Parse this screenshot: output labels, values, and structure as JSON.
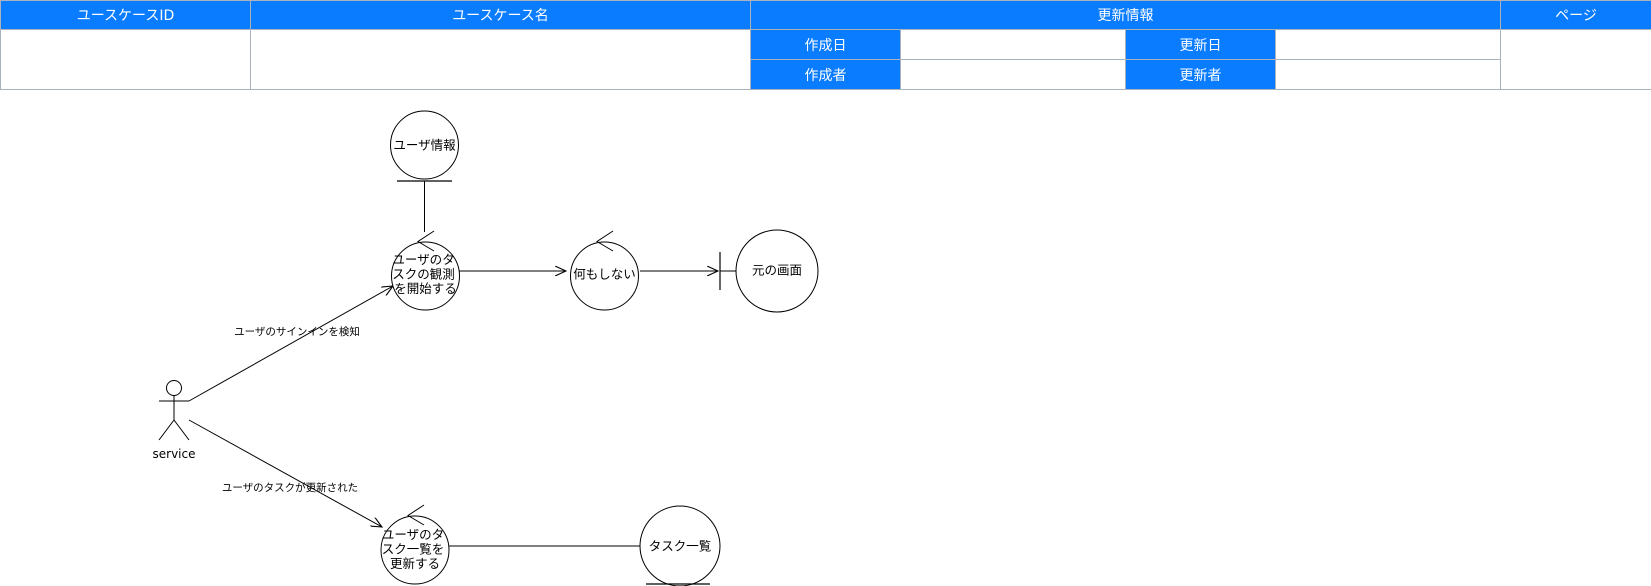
{
  "header": {
    "usecase_id_label": "ユースケースID",
    "usecase_name_label": "ユースケース名",
    "update_info_label": "更新情報",
    "page_label": "ページ",
    "created_date_label": "作成日",
    "updated_date_label": "更新日",
    "author_label": "作成者",
    "updater_label": "更新者",
    "usecase_id_value": "",
    "usecase_name_value": "",
    "created_date_value": "",
    "updated_date_value": "",
    "author_value": "",
    "updater_value": "",
    "page_value": ""
  },
  "diagram": {
    "actor": {
      "label": "service"
    },
    "entity_user_info": {
      "lines": [
        "ユーザ情報"
      ]
    },
    "control_start_observe": {
      "lines": [
        "ユーザのタ",
        "スクの観測",
        "を開始する"
      ]
    },
    "control_do_nothing": {
      "lines": [
        "何もしない"
      ]
    },
    "boundary_original_screen": {
      "lines": [
        "元の画面"
      ]
    },
    "control_update_task_list": {
      "lines": [
        "ユーザのタ",
        "スク一覧を",
        "更新する"
      ]
    },
    "entity_task_list": {
      "lines": [
        "タスク一覧"
      ]
    },
    "edge_signin_label": "ユーザのサインインを検知",
    "edge_task_updated_label": "ユーザのタスクが更新された"
  }
}
